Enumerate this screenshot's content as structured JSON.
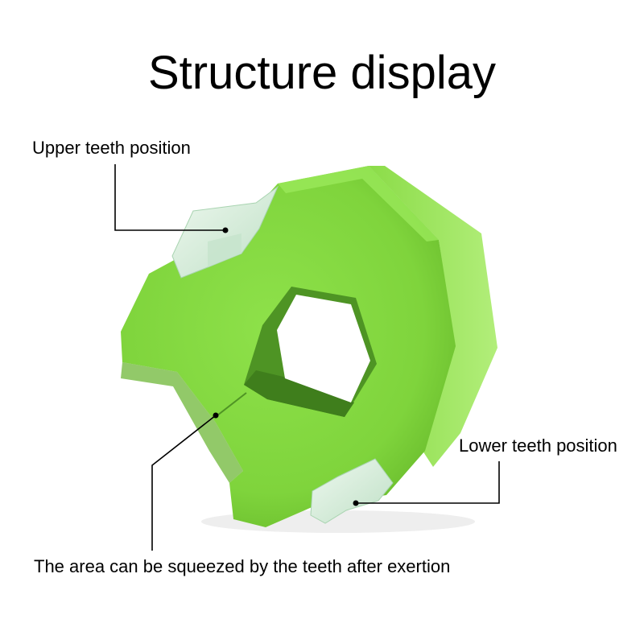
{
  "title": "Structure display",
  "labels": {
    "upper": "Upper teeth position",
    "lower": "Lower teeth position",
    "area": "The area can be squeezed by the teeth after exertion"
  },
  "colors": {
    "green_light": "#8ee14a",
    "green_mid": "#78cc34",
    "green_dark": "#5ea826",
    "green_side": "#9fe85e",
    "insert": "#d4ecd9",
    "leader_line": "#000000"
  }
}
